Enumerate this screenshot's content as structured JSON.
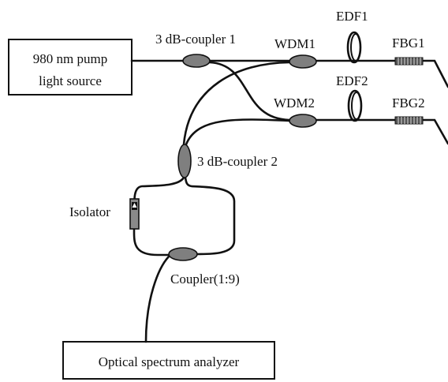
{
  "labels": {
    "pump_line1": "980 nm pump",
    "pump_line2": "light source",
    "coupler1": "3 dB-coupler 1",
    "wdm1": "WDM1",
    "wdm2": "WDM2",
    "edf1": "EDF1",
    "edf2": "EDF2",
    "fbg1": "FBG1",
    "fbg2": "FBG2",
    "coupler2": "3 dB-coupler 2",
    "isolator": "Isolator",
    "coupler3": "Coupler(1:9)",
    "osa": "Optical spectrum analyzer"
  },
  "colors": {
    "line": "#111111",
    "component_fill": "#7f7f7f",
    "background": "#ffffff"
  }
}
